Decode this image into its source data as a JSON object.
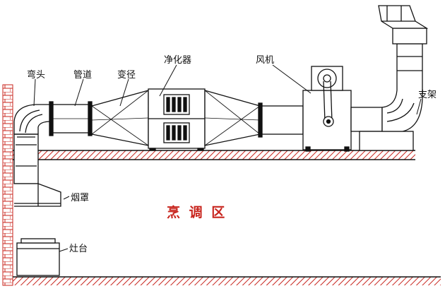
{
  "labels": {
    "elbow": "弯头",
    "duct": "管道",
    "reducer": "变径",
    "purifier": "净化器",
    "fan": "风机",
    "bracket": "支架",
    "hood": "烟罩",
    "stove": "灶台"
  },
  "zone": "烹 调 区",
  "colors": {
    "line": "#111111",
    "zone_text": "#c8251e",
    "brick": "#c8251e",
    "background": "#ffffff"
  }
}
